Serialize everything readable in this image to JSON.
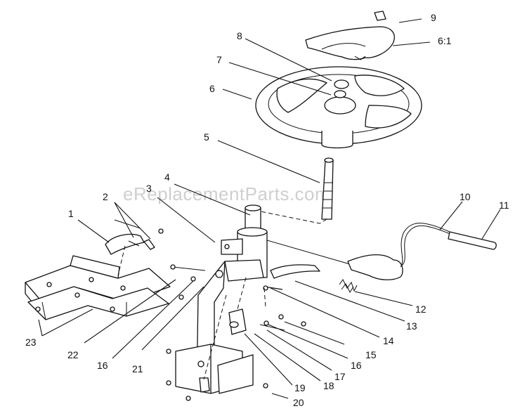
{
  "watermark": "eReplacementParts.com",
  "labels": {
    "l1": "1",
    "l2": "2",
    "l3": "3",
    "l4": "4",
    "l5": "5",
    "l6": "6",
    "l61": "6:1",
    "l7": "7",
    "l8": "8",
    "l9": "9",
    "l10": "10",
    "l11": "11",
    "l12": "12",
    "l13": "13",
    "l14": "14",
    "l15": "15",
    "l16a": "16",
    "l16b": "16",
    "l17": "17",
    "l18": "18",
    "l19": "19",
    "l20": "20",
    "l21": "21",
    "l22": "22",
    "l23": "23"
  }
}
